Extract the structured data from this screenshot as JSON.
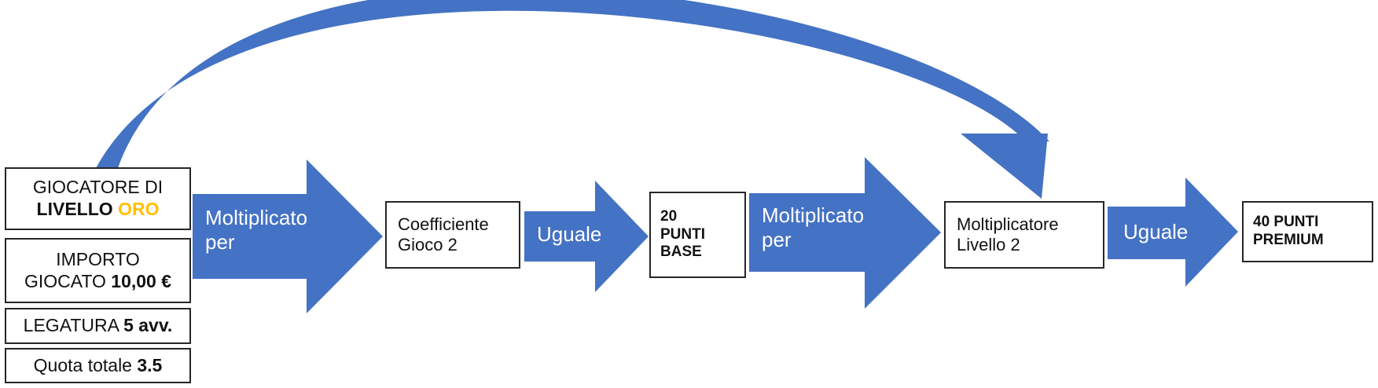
{
  "colors": {
    "arrow_fill": "#4472C4",
    "level_accent": "#FFC000",
    "box_border": "#262626",
    "background": "#FFFFFF"
  },
  "player_box": {
    "line1": "GIOCATORE DI",
    "line2_prefix": "LIVELLO",
    "level": "ORO"
  },
  "amount_box": {
    "line1": "IMPORTO",
    "line2_prefix": "GIOCATO",
    "amount": "10,00 €"
  },
  "binding_box": {
    "prefix": "LEGATURA",
    "value": "5 avv."
  },
  "odds_box": {
    "prefix": "Quota totale",
    "value": "3.5"
  },
  "arrow1": {
    "line1": "Moltiplicato",
    "line2": "per"
  },
  "coefficient_box": {
    "line1": "Coefficiente",
    "line2": "Gioco 2"
  },
  "arrow2": {
    "label": "Uguale"
  },
  "base_points_box": {
    "line1": "20",
    "line2": "PUNTI",
    "line3": "BASE"
  },
  "arrow3": {
    "line1": "Moltiplicato",
    "line2": "per"
  },
  "multiplier_box": {
    "line1": "Moltiplicatore",
    "line2": "Livello 2"
  },
  "arrow4": {
    "label": "Uguale"
  },
  "premium_points_box": {
    "line1": "40 PUNTI",
    "line2": "PREMIUM"
  }
}
